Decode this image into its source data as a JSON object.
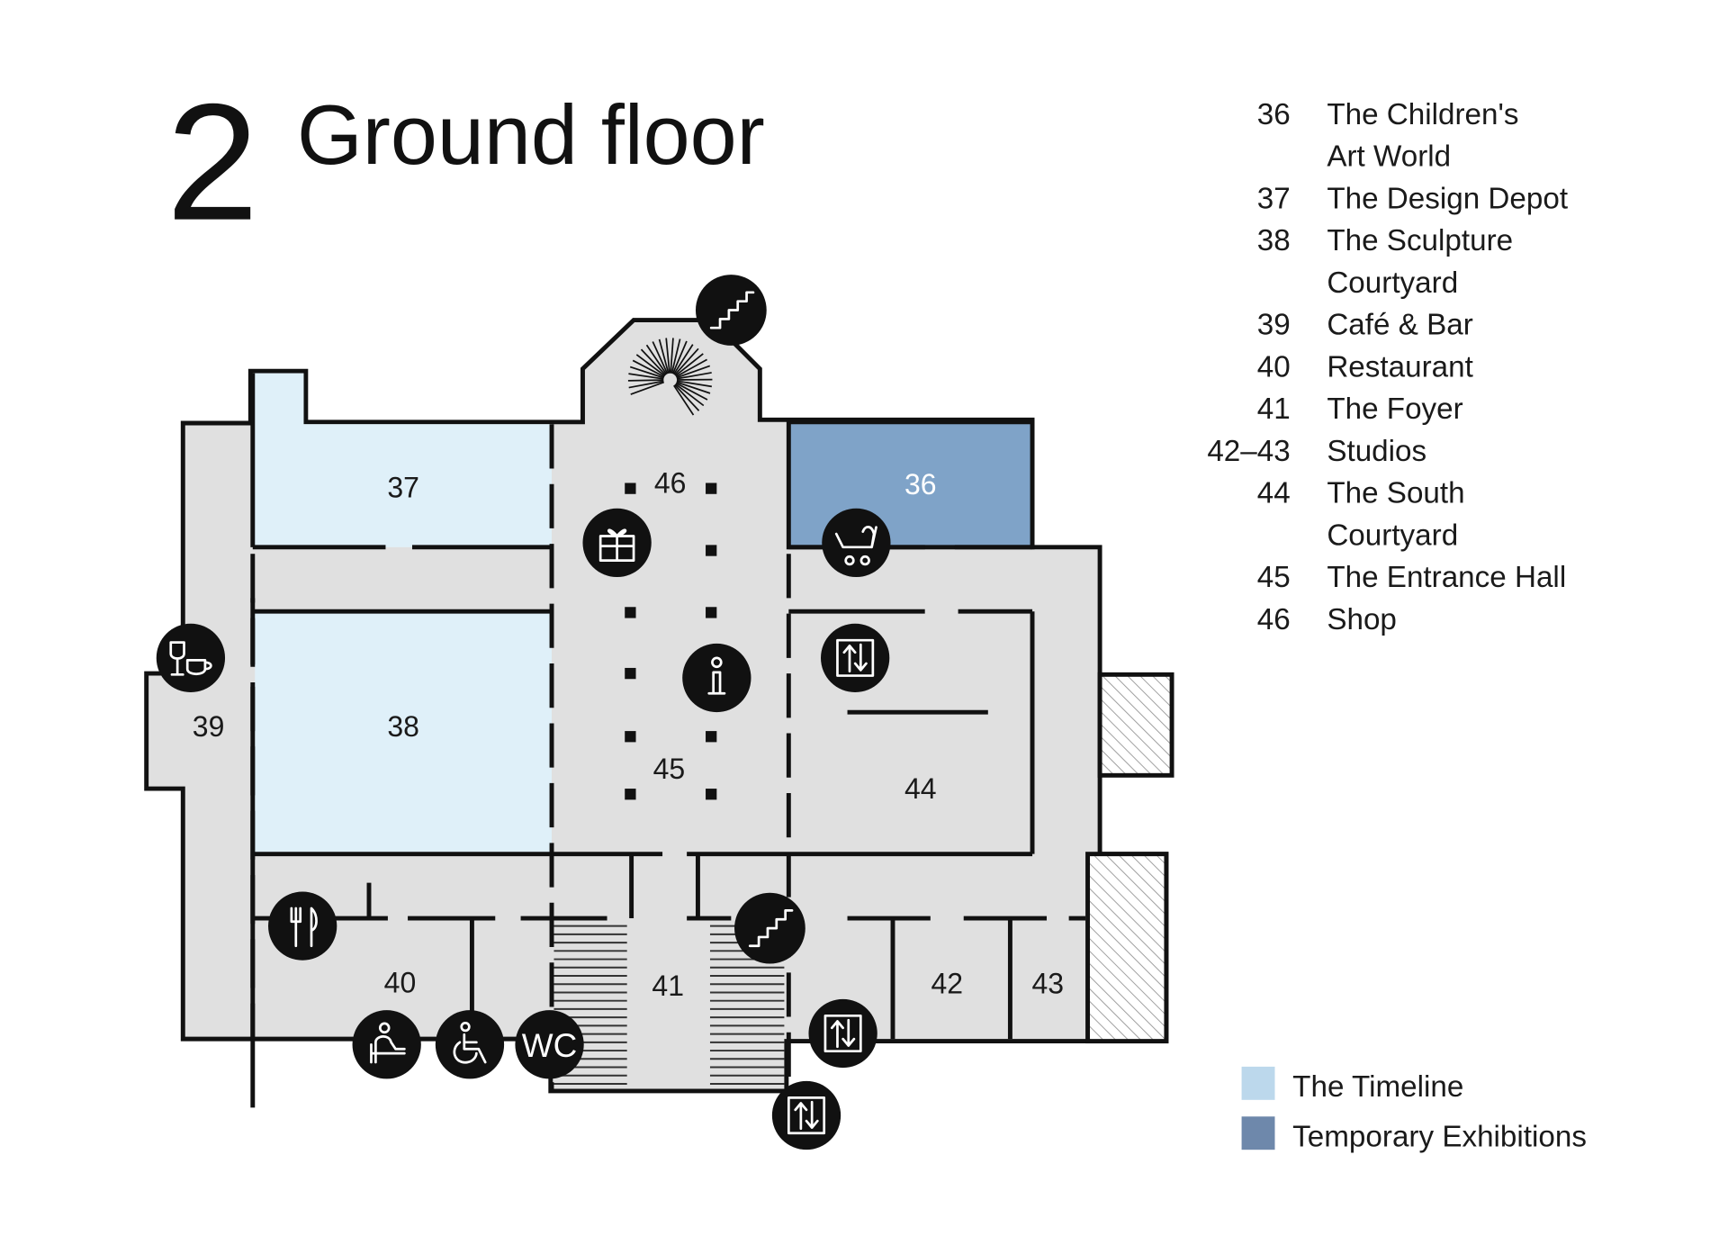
{
  "header": {
    "floor_number": "2",
    "floor_name": "Ground floor"
  },
  "directory": [
    {
      "num": "36",
      "lines": [
        "The Children's",
        "Art World"
      ]
    },
    {
      "num": "37",
      "lines": [
        "The Design Depot"
      ]
    },
    {
      "num": "38",
      "lines": [
        "The Sculpture",
        "Courtyard"
      ]
    },
    {
      "num": "39",
      "lines": [
        "Café & Bar"
      ]
    },
    {
      "num": "40",
      "lines": [
        "Restaurant"
      ]
    },
    {
      "num": "41",
      "lines": [
        "The Foyer"
      ]
    },
    {
      "num": "42–43",
      "lines": [
        "Studios"
      ]
    },
    {
      "num": "44",
      "lines": [
        "The South",
        "Courtyard"
      ]
    },
    {
      "num": "45",
      "lines": [
        "The Entrance Hall"
      ]
    },
    {
      "num": "46",
      "lines": [
        "Shop"
      ]
    }
  ],
  "rooms": {
    "r36": "36",
    "r37": "37",
    "r38": "38",
    "r39": "39",
    "r40": "40",
    "r41": "41",
    "r42": "42",
    "r43": "43",
    "r44": "44",
    "r45": "45",
    "r46": "46"
  },
  "legend": [
    {
      "label": "The Timeline",
      "color": "#bcd8ec"
    },
    {
      "label": "Temporary Exhibitions",
      "color": "#6e88ab"
    }
  ],
  "icons": {
    "wc": "WC"
  },
  "colors": {
    "floor": "#e0e0e0",
    "timeline_room": "#dff0f9",
    "temporary_room": "#7fa3c8",
    "ink": "#111111"
  }
}
